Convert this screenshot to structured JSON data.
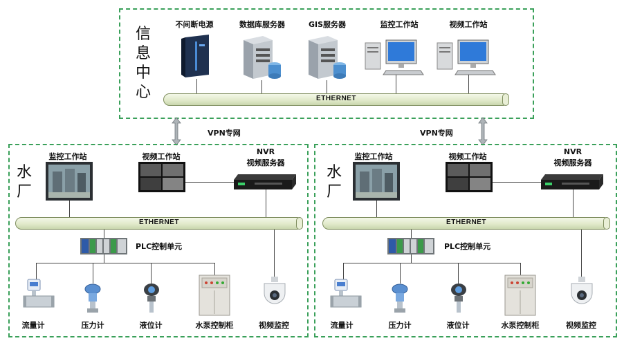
{
  "info_center": {
    "title": "信息中心",
    "devices": [
      "不间断电源",
      "数据库服务器",
      "GIS服务器",
      "监控工作站",
      "视频工作站"
    ],
    "bus": "ETHERNET"
  },
  "links": {
    "left_vpn": "VPN专网",
    "right_vpn": "VPN专网"
  },
  "plants": [
    {
      "title": "水厂",
      "workstation1": "监控工作站",
      "workstation2": "视频工作站",
      "nvr_line1": "NVR",
      "nvr_line2": "视频服务器",
      "bus": "ETHERNET",
      "plc": "PLC控制单元",
      "field": [
        "流量计",
        "压力计",
        "液位计",
        "水泵控制柜",
        "视频监控"
      ]
    },
    {
      "title": "水厂",
      "workstation1": "监控工作站",
      "workstation2": "视频工作站",
      "nvr_line1": "NVR",
      "nvr_line2": "视频服务器",
      "bus": "ETHERNET",
      "plc": "PLC控制单元",
      "field": [
        "流量计",
        "压力计",
        "液位计",
        "水泵控制柜",
        "视频监控"
      ]
    }
  ],
  "colors": {
    "border": "#3aa05a",
    "bus_fill": "#dfe8c8",
    "line": "#444444"
  },
  "icons": [
    "ups-icon",
    "server-icon",
    "desktop-computer-icon",
    "monitor-screen-icon",
    "nvr-recorder-icon",
    "plc-icon",
    "flowmeter-icon",
    "pressure-transmitter-icon",
    "level-transmitter-icon",
    "control-cabinet-icon",
    "dome-camera-icon"
  ]
}
